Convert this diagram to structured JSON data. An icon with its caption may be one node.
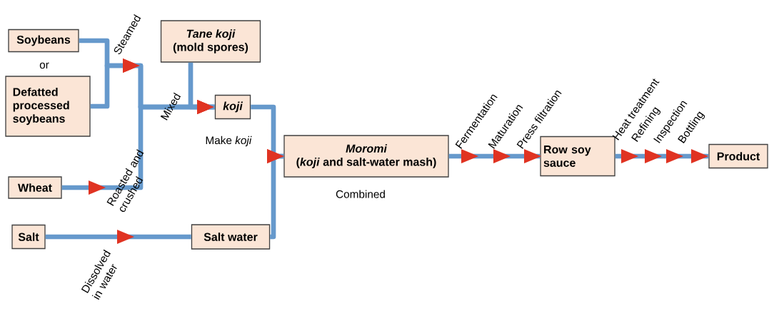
{
  "diagram": {
    "nodes": [
      {
        "text": [
          "Soybeans"
        ]
      },
      {
        "text": [
          "Defatted processed soybeans"
        ]
      },
      {
        "text": [
          "Tane koji",
          "(mold spores)"
        ]
      },
      {
        "text": [
          "koji"
        ]
      },
      {
        "text": [
          "Moromi",
          "(*koji* and salt-water mash)"
        ]
      },
      {
        "text": [
          "Wheat"
        ]
      },
      {
        "text": [
          "Salt"
        ]
      },
      {
        "text": [
          "Salt water"
        ]
      },
      {
        "text": [
          "Row soy sauce"
        ]
      },
      {
        "text": [
          "Product"
        ]
      }
    ],
    "edges": [
      {
        "from": 0,
        "to": 3,
        "arrow": "to"
      },
      {
        "from": 1,
        "to": 3,
        "arrow": "to"
      },
      {
        "from": 5,
        "to": 3,
        "arrow": "to"
      },
      {
        "from": 2,
        "to": 3,
        "arrow": "to"
      },
      {
        "from": 3,
        "to": 4,
        "arrow": "to"
      },
      {
        "from": 6,
        "to": 7,
        "arrow": "to",
        "label": "Dissolved in water"
      },
      {
        "from": 7,
        "to": 4,
        "arrow": "to"
      },
      {
        "from": 4,
        "to": 8,
        "arrow": "to"
      },
      {
        "from": 8,
        "to": 9,
        "arrow": "to"
      }
    ],
    "labels": [
      "Steamed",
      "or",
      "Mixed",
      "Make *koji*",
      "Roasted and crushed",
      "Combined",
      "Fermentation",
      "Maturation",
      "Press filtration",
      "Heat treatment",
      "Refining",
      "Inspection",
      "Bottling"
    ]
  }
}
